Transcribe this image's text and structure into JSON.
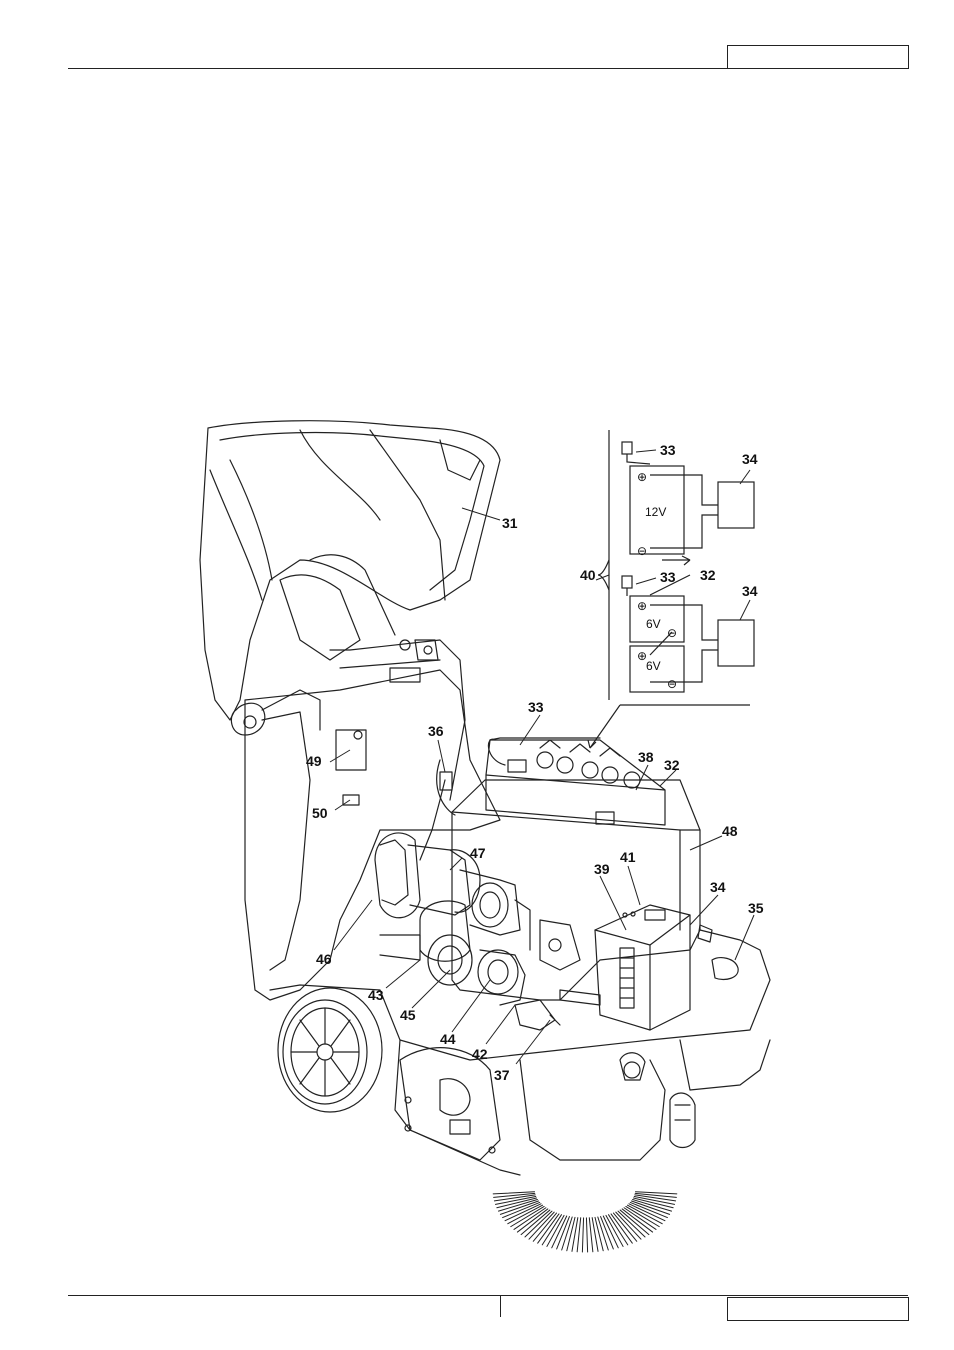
{
  "page": {
    "header_box_text": "",
    "footer_left_text": "",
    "footer_right_text": ""
  },
  "figure": {
    "callouts": {
      "c31": "31",
      "c32a": "32",
      "c32b": "32",
      "c33a": "33",
      "c33b": "33",
      "c33c": "33",
      "c34a": "34",
      "c34b": "34",
      "c34c": "34",
      "c35": "35",
      "c36": "36",
      "c37": "37",
      "c38": "38",
      "c39": "39",
      "c40": "40",
      "c41": "41",
      "c42": "42",
      "c43": "43",
      "c44": "44",
      "c45": "45",
      "c46": "46",
      "c47": "47",
      "c48": "48",
      "c49": "49",
      "c50": "50"
    },
    "inset": {
      "battery_12v": "12V",
      "battery_6v_top": "6V",
      "battery_6v_bottom": "6V",
      "plus_symbol": "⊕",
      "minus_symbol": "⊖"
    }
  }
}
